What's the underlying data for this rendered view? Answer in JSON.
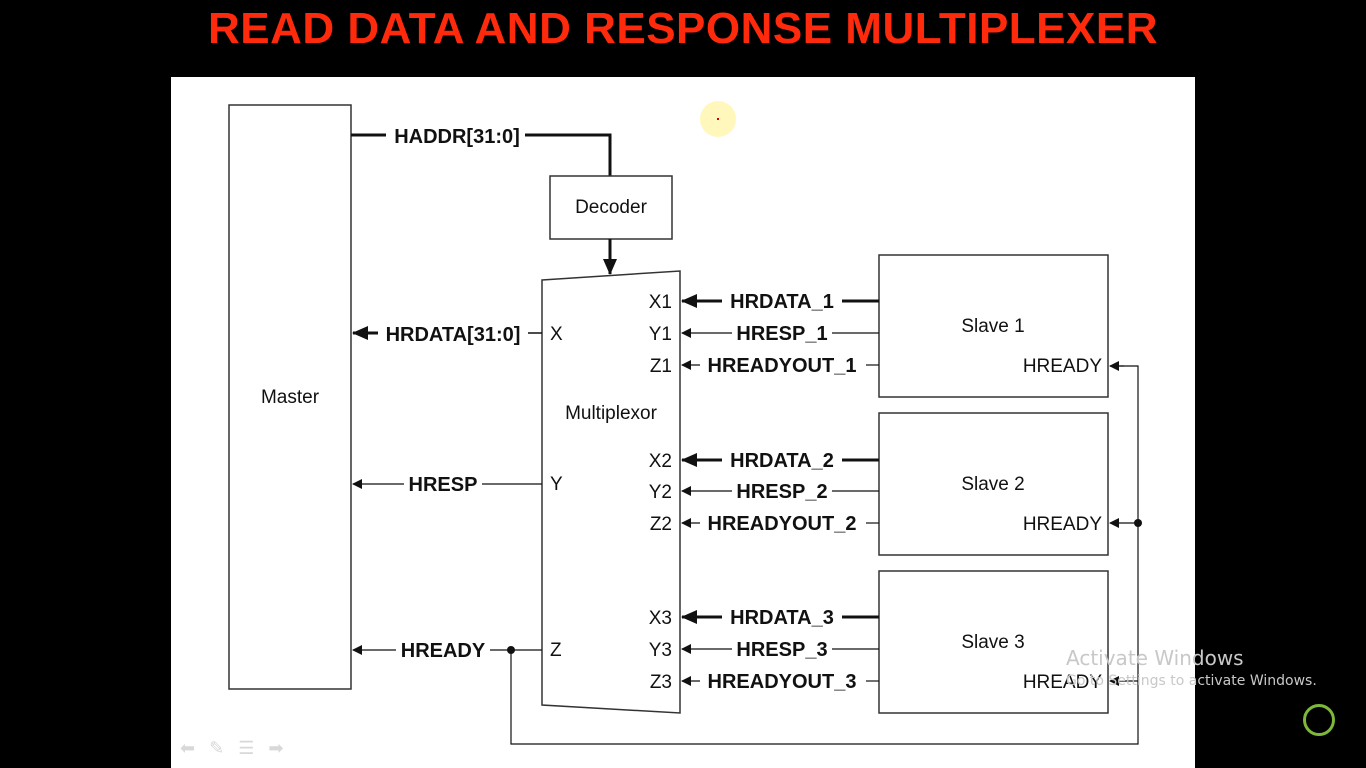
{
  "title": "READ DATA AND RESPONSE MULTIPLEXER",
  "diagram": {
    "master": "Master",
    "decoder": "Decoder",
    "multiplexor": "Multiplexor",
    "haddr": "HADDR[31:0]",
    "hrdata_out": "HRDATA[31:0]",
    "hresp_out": "HRESP",
    "hready_out": "HREADY",
    "mux_out_ports": [
      "X",
      "Y",
      "Z"
    ],
    "slaves": [
      {
        "name": "Slave 1",
        "hready": "HREADY",
        "ports": [
          "X1",
          "Y1",
          "Z1"
        ],
        "signals": [
          "HRDATA_1",
          "HRESP_1",
          "HREADYOUT_1"
        ]
      },
      {
        "name": "Slave 2",
        "hready": "HREADY",
        "ports": [
          "X2",
          "Y2",
          "Z2"
        ],
        "signals": [
          "HRDATA_2",
          "HRESP_2",
          "HREADYOUT_2"
        ]
      },
      {
        "name": "Slave 3",
        "hready": "HREADY",
        "ports": [
          "X3",
          "Y3",
          "Z3"
        ],
        "signals": [
          "HRDATA_3",
          "HRESP_3",
          "HREADYOUT_3"
        ]
      }
    ]
  },
  "watermark": {
    "line1": "Activate Windows",
    "line2": "Go to Settings to activate Windows."
  },
  "colors": {
    "title": "#ff2a0c",
    "background": "#000000",
    "slide": "#ffffff",
    "ring": "#7db83a"
  }
}
